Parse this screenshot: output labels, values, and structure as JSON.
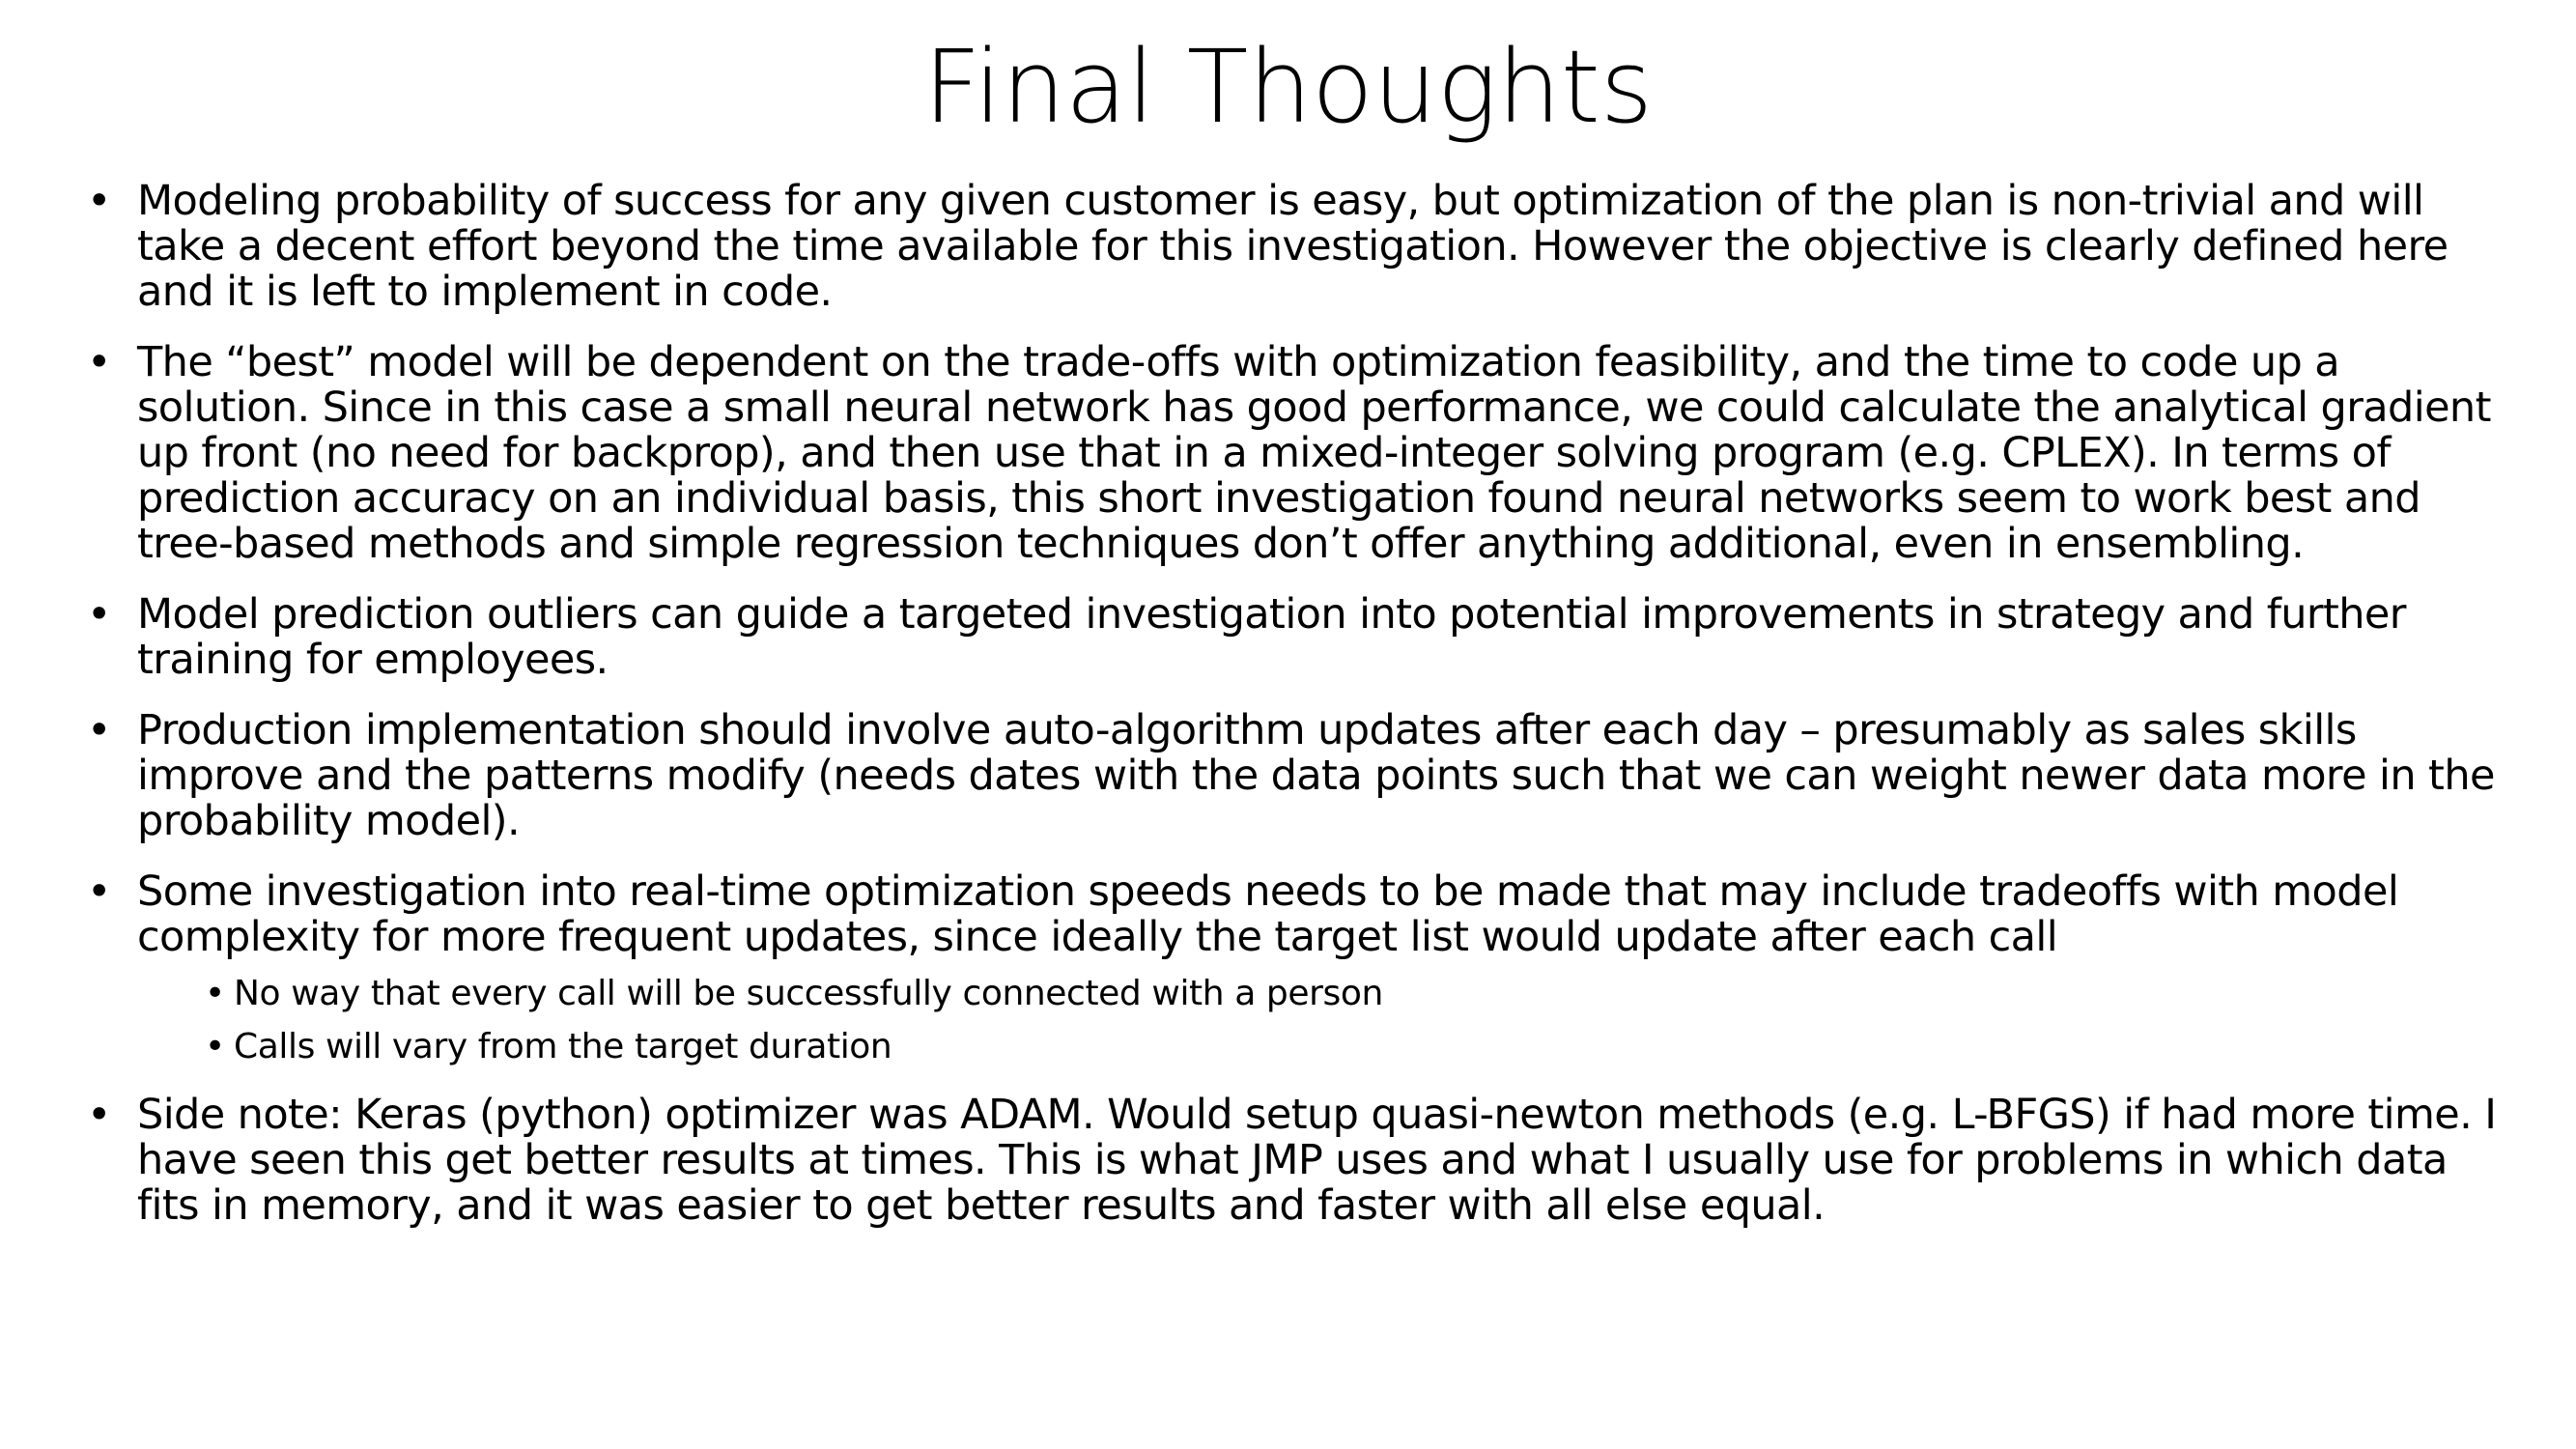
{
  "slide": {
    "title": "Final Thoughts",
    "bullets": [
      {
        "text": "Modeling probability of success for any given customer is easy, but optimization of the plan is non-trivial and will take a decent effort beyond the time available for this investigation.  However the objective is clearly defined here and it is left to implement in code."
      },
      {
        "text": "The “best” model will be dependent on the trade-offs with optimization feasibility, and the time to code up a solution.  Since in this case a small neural network has good performance, we could calculate the analytical gradient up front (no need for backprop), and then use that in a mixed-integer solving program (e.g. CPLEX). In terms of prediction accuracy on an individual basis, this short investigation found neural networks seem to work best and tree-based methods and simple regression techniques don’t offer anything additional, even in ensembling."
      },
      {
        "text": "Model prediction outliers can guide a targeted investigation into potential improvements in strategy and further training for employees."
      },
      {
        "text": "Production implementation should involve auto-algorithm updates after each day – presumably as sales skills improve and the patterns modify (needs dates with the data points such that we can weight newer data more in the probability model)."
      },
      {
        "text": "Some investigation into real-time optimization speeds needs to be made that may include tradeoffs with model complexity for more frequent updates, since ideally the target list would update after each call",
        "sub": [
          "No way that every call will be successfully connected with a person",
          "Calls will vary from the target duration"
        ]
      },
      {
        "text": "Side note:  Keras (python) optimizer was ADAM.  Would setup quasi-newton methods (e.g. L-BFGS) if had more time.  I have seen this get better results at times.  This is what JMP uses and what I usually use for problems in which data fits in memory, and it was easier to get better results and faster with all else equal."
      }
    ],
    "bullet_glyph": "•"
  }
}
